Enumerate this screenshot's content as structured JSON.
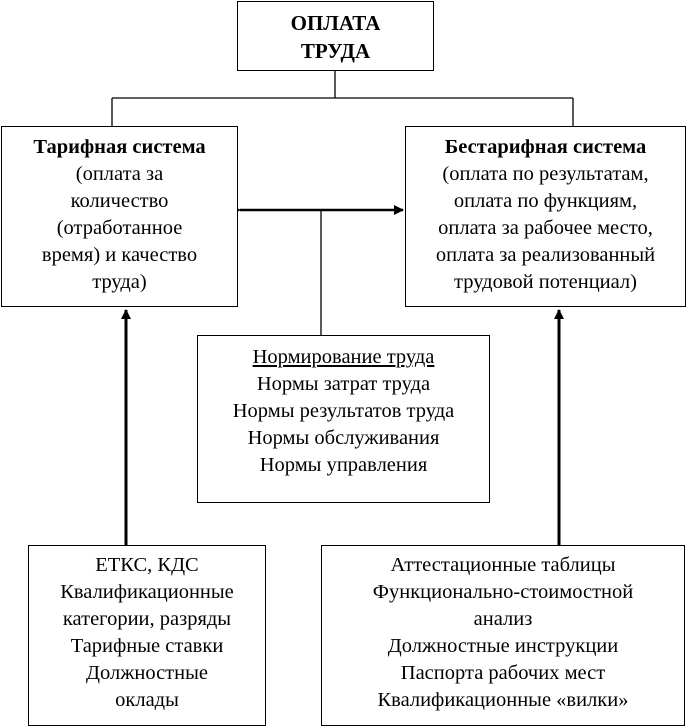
{
  "root": {
    "lines": [
      "ОПЛАТА",
      "ТРУДА"
    ]
  },
  "tariff_system": {
    "title": "Тарифная система",
    "lines": [
      "(оплата за",
      "количество",
      "(отработанное",
      "время) и качество",
      "труда)"
    ]
  },
  "nontariff_system": {
    "title": "Бестарифная система",
    "lines": [
      "(оплата по результатам,",
      "оплата по функциям,",
      "оплата за рабочее место,",
      "оплата за реализованный",
      "трудовой потенциал)"
    ]
  },
  "labor_norming": {
    "title": "Нормирование труда",
    "lines": [
      "Нормы затрат труда",
      "Нормы результатов труда",
      "Нормы обслуживания",
      "Нормы управления"
    ]
  },
  "tariff_tools": {
    "lines": [
      "ЕТКС, КДС",
      "Квалификационные",
      "категории, разряды",
      "Тарифные ставки",
      "Должностные",
      "оклады"
    ]
  },
  "nontariff_tools": {
    "lines": [
      "Аттестационные таблицы",
      "Функционально-стоимостной",
      "анализ",
      "Должностные инструкции",
      "Паспорта рабочих мест",
      "Квалификационные «вилки»"
    ]
  }
}
